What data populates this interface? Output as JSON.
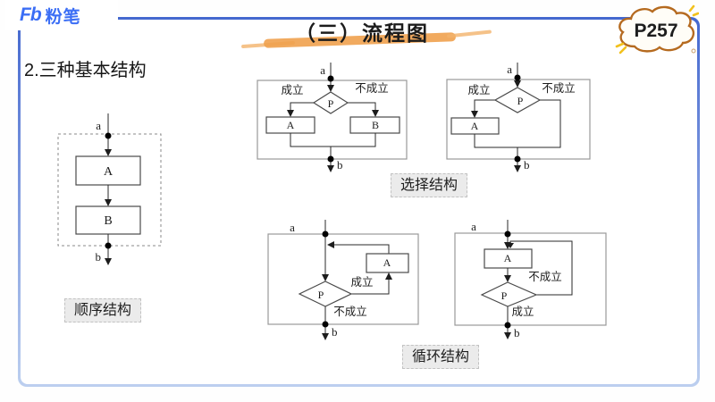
{
  "header": {
    "logo_brand": "Fb",
    "logo_name": "粉笔",
    "title": "（三）流程图",
    "page_badge": "P257"
  },
  "heading": "2.三种基本结构",
  "flow_labels": {
    "entry": "a",
    "exit": "b",
    "process_a": "A",
    "process_b": "B",
    "condition": "P",
    "yes": "成立",
    "no": "不成立"
  },
  "captions": {
    "sequence": "顺序结构",
    "selection": "选择结构",
    "loop": "循环结构"
  },
  "colors": {
    "brand_blue": "#3b6ef5",
    "frame_blue": "#4468cf",
    "highlight_orange": "#f0a14e",
    "badge_red": "#d21f12",
    "badge_outline": "#b56a1f"
  }
}
